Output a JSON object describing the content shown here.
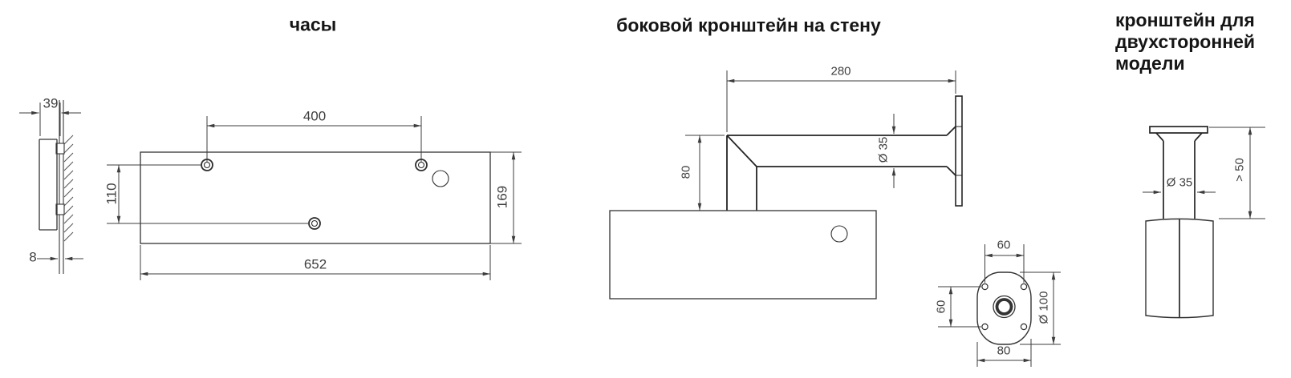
{
  "drawing": {
    "background": "#ffffff",
    "outline_color": "#262626",
    "dimension_color": "#3c3c3c"
  },
  "sections": {
    "clock": {
      "title": "часы",
      "dims": {
        "depth": "39",
        "wall_offset": "8",
        "hole_spacing": "400",
        "hole_row_offset": "110",
        "height": "169",
        "width": "652"
      }
    },
    "wall_bracket": {
      "title": "боковой кронштейн на стену",
      "dims": {
        "arm_length": "280",
        "arm_drop": "80",
        "tube_diameter": "Ø 35"
      },
      "plate": {
        "hole_spacing_x": "60",
        "hole_spacing_y": "60",
        "width": "80",
        "diameter": "Ø 100"
      }
    },
    "double_bracket": {
      "title": "кронштейн для двухсторонней модели",
      "dims": {
        "tube_diameter": "Ø 35",
        "min_length": "> 50"
      }
    }
  }
}
